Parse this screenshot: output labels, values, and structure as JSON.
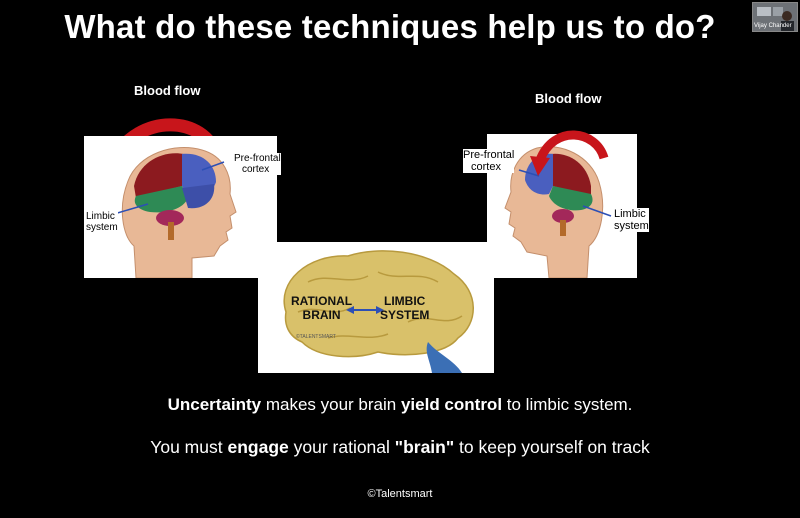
{
  "slide": {
    "title": "What do these techniques help us to do?",
    "blood_flow_left": "Blood flow",
    "blood_flow_right": "Blood flow",
    "left_diagram": {
      "prefrontal_line1": "Pre-frontal",
      "prefrontal_line2": "cortex",
      "limbic_line1": "Limbic",
      "limbic_line2": "system"
    },
    "right_diagram": {
      "prefrontal_line1": "Pre-frontal",
      "prefrontal_line2": "cortex",
      "limbic_line1": "Limbic",
      "limbic_line2": "system"
    },
    "center_diagram": {
      "rational_line1": "RATIONAL",
      "rational_line2": "BRAIN",
      "limbic_line1": "LIMBIC",
      "limbic_line2": "SYSTEM",
      "watermark": "©TALENTSMART"
    },
    "caption1": {
      "part1": "Uncertainty",
      "part2": " makes your brain ",
      "part3": "yield control",
      "part4": " to limbic system."
    },
    "caption2": {
      "part1": "You must ",
      "part2": "engage",
      "part3": " your rational ",
      "part4": "\"brain\"",
      "part5": " to keep yourself on track"
    },
    "copyright": "©Talentsmart"
  },
  "participant": {
    "name": "Vijay Chander"
  },
  "colors": {
    "background": "#000000",
    "arrow_red": "#c8151b",
    "brain_red": "#8c1a1f",
    "brain_blue": "#4a5fbf",
    "brain_green": "#2e8a55",
    "brain_tan": "#d9c16a",
    "skin": "#e8b896"
  }
}
